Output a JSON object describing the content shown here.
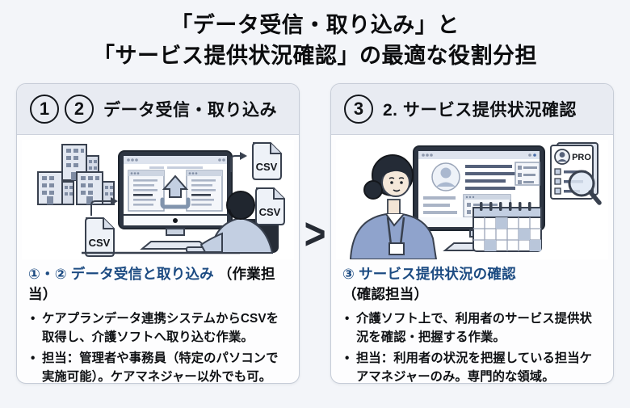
{
  "title": {
    "line1": "「データ受信・取り込み」と",
    "line2": "「サービス提供状況確認」の最適な役割分担"
  },
  "arrow": {
    "glyph": ">"
  },
  "colors": {
    "accent_blue": "#1c4b82",
    "panel_header_bg": "#e8ebf2",
    "panel_border": "#c6ccd7",
    "page_bg": "#f3f5f9"
  },
  "left_panel": {
    "badge1": "1",
    "badge2": "2",
    "header": "データ受信・取り込み",
    "subheading_accent": "①・② データ受信と取り込み",
    "subheading_rest": "（作業担当）",
    "bullets": [
      "ケアプランデータ連携システムからCSVを取得し、介護ソフトへ取り込む作業。",
      "担当：管理者や事務員（特定のパソコンで実施可能）。ケアマネジャー以外でも可。"
    ],
    "illustration": {
      "csv_label_1": "CSV",
      "csv_label_2": "CSV",
      "csv_label_3": "CSV"
    }
  },
  "right_panel": {
    "badge1": "3",
    "header": "2. サービス提供状況確認",
    "subheading_accent": "③ サービス提供状況の確認",
    "subheading_rest": "（確認担当）",
    "bullets": [
      "介護ソフト上で、利用者のサービス提供状況を確認・把握する作業。",
      "担当：利用者の状況を把握している担当ケアマネジャーのみ。専門的な領域。"
    ],
    "illustration": {
      "pro_label": "PRO"
    }
  }
}
